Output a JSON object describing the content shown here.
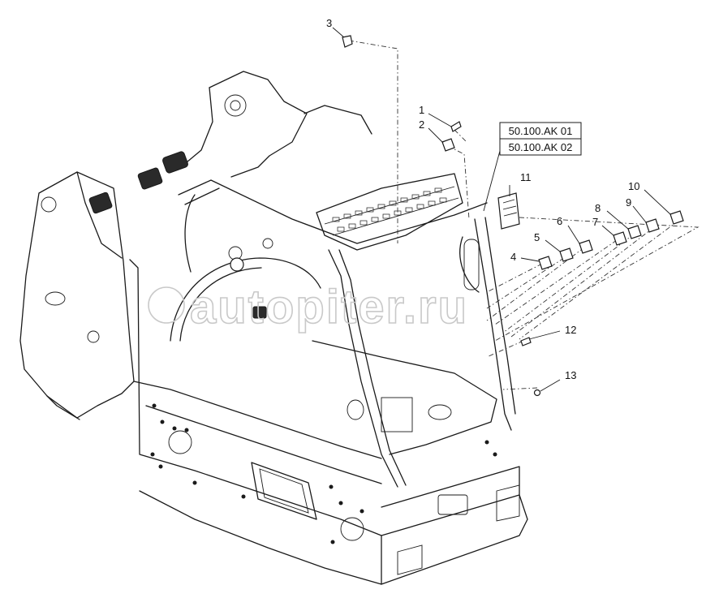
{
  "callouts": {
    "c1": "1",
    "c2": "2",
    "c3": "3",
    "c4": "4",
    "c5": "5",
    "c6": "6",
    "c7": "7",
    "c8": "8",
    "c9": "9",
    "c10": "10",
    "c11": "11",
    "c12": "12",
    "c13": "13"
  },
  "references": {
    "ref1": "50.100.AK 01",
    "ref2": "50.100.AK 02"
  },
  "watermark": "autopiter.ru",
  "colors": {
    "line": "#1a1a1a",
    "watermark": "#c9c9c9",
    "background": "#ffffff"
  }
}
